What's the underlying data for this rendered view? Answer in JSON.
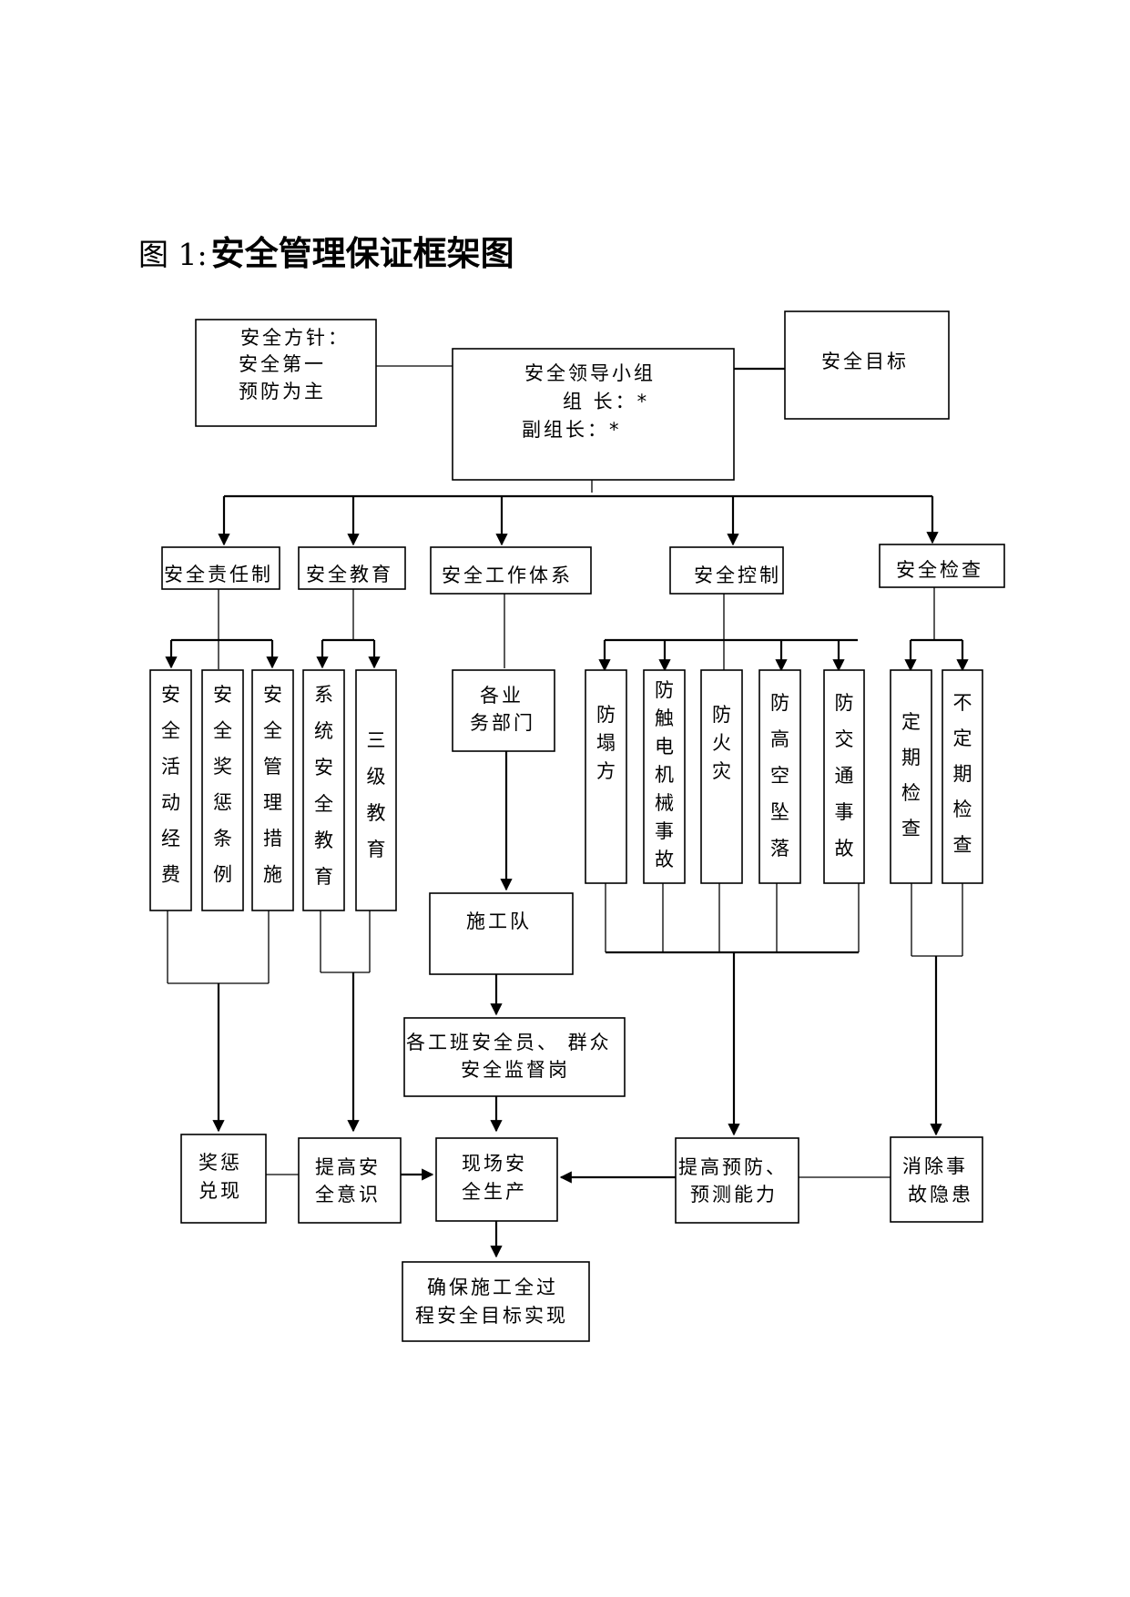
{
  "title": {
    "prefix": "图 1:",
    "main": "安全管理保证框架图"
  },
  "policy": {
    "line1": "安全方针：",
    "line2": "安全第一",
    "line3": "预防为主"
  },
  "leader": {
    "line1": "安全领导小组",
    "line2": "组 长：*",
    "line3": "副组长：*"
  },
  "goal": "安全目标",
  "categories": {
    "responsibility": "安全责任制",
    "education": "安全教育",
    "work_system": "安全工作体系",
    "control": "安全控制",
    "inspection": "安全检查"
  },
  "responsibility_items": [
    "安全活动经费",
    "安全奖惩条例",
    "安全管理措施"
  ],
  "education_items": [
    "系统安全教育",
    "三级教育"
  ],
  "control_items": [
    "防塌方",
    "防触电机械事故",
    "防火灾",
    "防高空坠落",
    "防交通事故"
  ],
  "inspection_items": [
    "定期检查",
    "不定期检查"
  ],
  "departments": "各业务部门",
  "construction_team": "施工队",
  "supervisors": {
    "line1": "各工班安全员、 群众",
    "line2": "安全监督岗"
  },
  "rewards": {
    "line1": "奖惩",
    "line2": "兑现"
  },
  "awareness": {
    "line1": "提高安",
    "line2": "全意识"
  },
  "site_safety": {
    "line1": "现场安",
    "line2": "全生产"
  },
  "prevention": {
    "line1": "提高预防、",
    "line2": "预测能力"
  },
  "hazards": {
    "line1": "消除事",
    "line2": "故隐患"
  },
  "final": {
    "line1": "确保施工全过",
    "line2": "程安全目标实现"
  }
}
